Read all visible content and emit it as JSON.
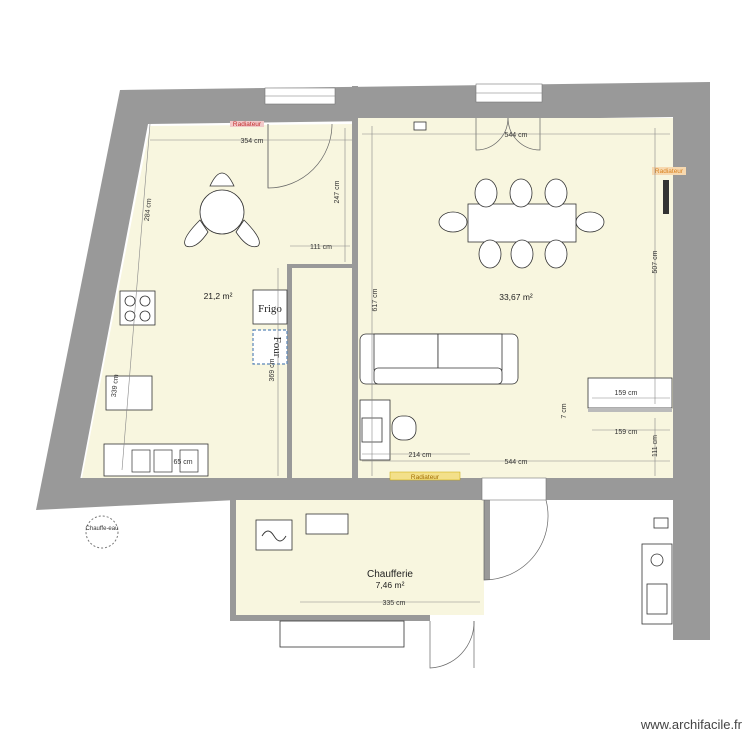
{
  "plan": {
    "rooms": [
      {
        "id": "kitchen",
        "name": "",
        "area": "21,2 m²"
      },
      {
        "id": "living",
        "name": "",
        "area": "33,67 m²"
      },
      {
        "id": "boiler",
        "name": "Chaufferie",
        "area": "7,46 m²"
      }
    ],
    "labels": {
      "fridge": "Frigo",
      "oven": "Four",
      "boiler_ext": "Chauffe-eau",
      "radiator": "Radiateur"
    },
    "dimensions": {
      "kitchen_top": "354 cm",
      "kitchen_left": "284 cm",
      "kitchen_door_v": "247 cm",
      "kitchen_inner_h": "111 cm",
      "kitchen_lower_left": "339 cm",
      "kitchen_lower_mid": "369 cm",
      "kitchen_bottom": "65 cm",
      "living_top": "544 cm",
      "living_left": "617 cm",
      "living_right": "507 cm",
      "living_bottom": "544 cm",
      "living_bottom_inner": "214 cm",
      "living_shelf1": "159 cm",
      "living_shelf2": "159 cm",
      "living_gap": "7 cm",
      "living_right_low": "111 cm",
      "boiler_bottom": "335 cm"
    },
    "watermark": "www.archifacile.fr"
  }
}
